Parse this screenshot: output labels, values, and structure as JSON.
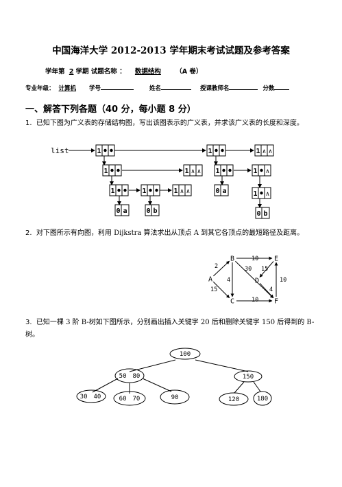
{
  "header": {
    "title": "中国海洋大学 2012-2013 学年期末考试试题及参考答案",
    "year_label": "学年第",
    "semester": "2",
    "semester_label": "学期",
    "exam_name_label": "试题名称 ：",
    "exam_name": "数据结构",
    "paper_version": "（A 卷）"
  },
  "info": {
    "major_label": "专业年级：",
    "major_value": "计算机",
    "student_id_label": "学号",
    "name_label": "姓名",
    "teacher_label": "授课教师名",
    "score_label": "分数"
  },
  "section1": {
    "title": "一、解答下列各题（40 分，每小题 8 分）"
  },
  "q1": {
    "number": "1.",
    "text": "已知下图为广义表的存储结构图，写出该图表示的广义表，并求该广义表的长度和深度。",
    "list_label": "list",
    "node_tag_sublist": "1",
    "node_tag_atom": "0",
    "null_symbol": "∧",
    "atoms": [
      "a",
      "b"
    ]
  },
  "q2": {
    "number": "2.",
    "text": "对下图所示有向图，利用 Dijkstra 算法求出从顶点 A 到其它各顶点的最短路径及距离。",
    "vertices": [
      "A",
      "B",
      "C",
      "D",
      "E",
      "F"
    ],
    "edges": [
      {
        "from": "A",
        "to": "B",
        "weight": "2"
      },
      {
        "from": "A",
        "to": "C",
        "weight": "15"
      },
      {
        "from": "B",
        "to": "E",
        "weight": "10"
      },
      {
        "from": "B",
        "to": "C",
        "weight": "4"
      },
      {
        "from": "B",
        "to": "F",
        "weight": "30"
      },
      {
        "from": "E",
        "to": "D",
        "weight": "15"
      },
      {
        "from": "F",
        "to": "E",
        "weight": "10"
      },
      {
        "from": "D",
        "to": "F",
        "weight": "4"
      },
      {
        "from": "C",
        "to": "F",
        "weight": "10"
      }
    ]
  },
  "q3": {
    "number": "3.",
    "text": "已知一棵 3 阶 B-树如下图所示，分别画出插入关键字 20 后和删除关键字 150 后得到的 B-树。",
    "root": "100",
    "level1": [
      "50　80",
      "150"
    ],
    "leaves": [
      "30　40",
      "60　70",
      "90",
      "120",
      "180"
    ]
  }
}
